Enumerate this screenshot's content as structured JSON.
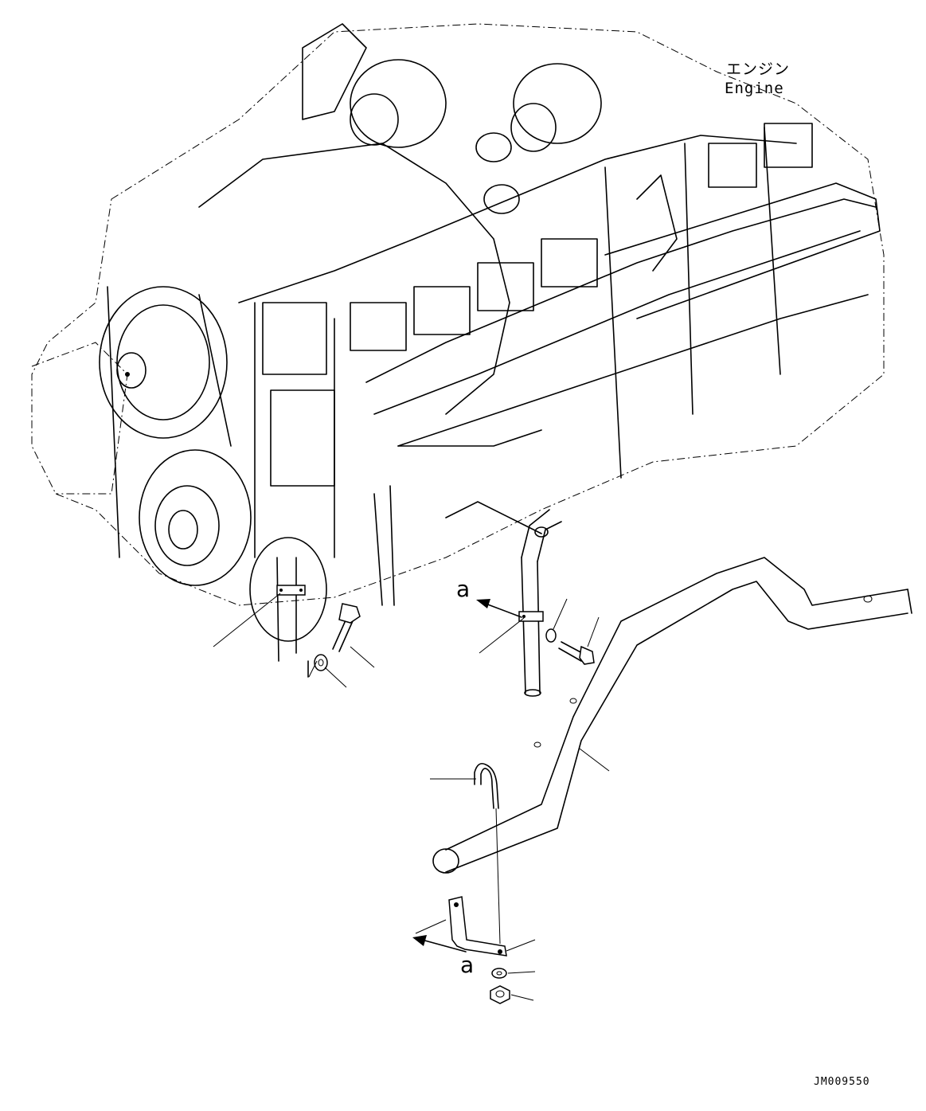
{
  "labels": {
    "engine_jp": "エンジン",
    "engine_en": "Engine",
    "view_a_top": "a",
    "view_a_bottom": "a",
    "drawing_code": "JM009550"
  }
}
